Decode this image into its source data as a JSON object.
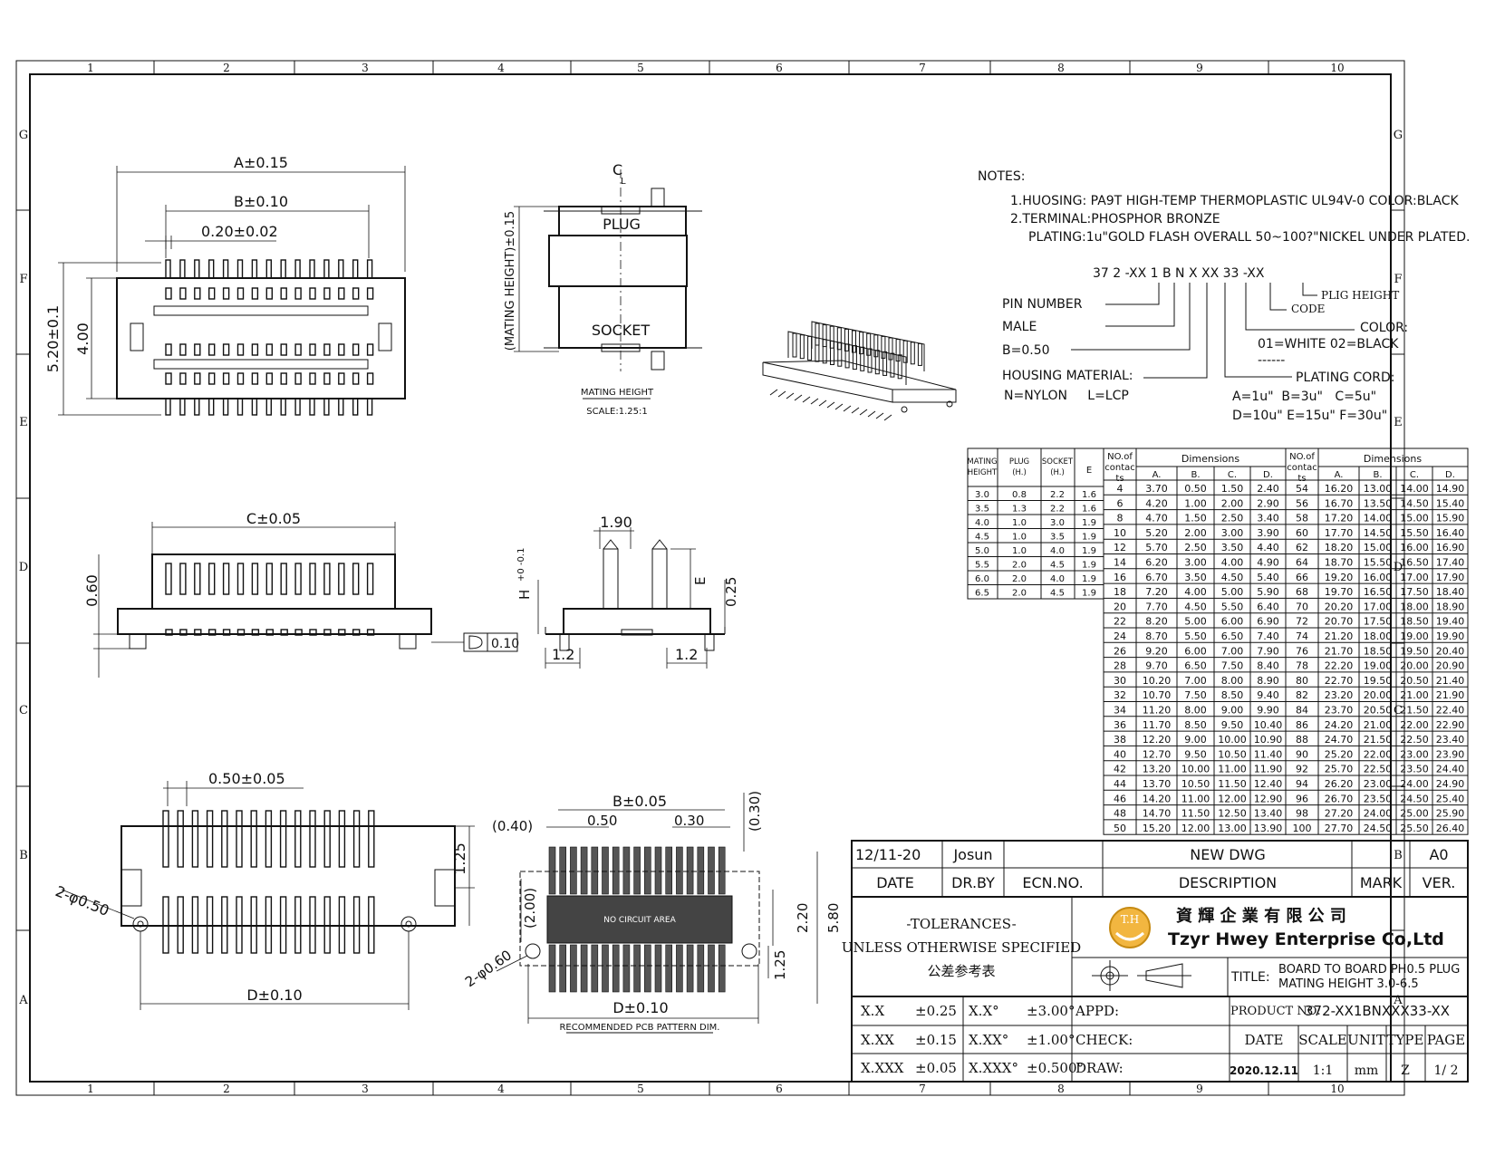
{
  "border": {
    "cols": [
      "1",
      "2",
      "3",
      "4",
      "5",
      "6",
      "7",
      "8",
      "9",
      "10"
    ],
    "rows": [
      "G",
      "F",
      "E",
      "D",
      "C",
      "B",
      "A"
    ]
  },
  "views": {
    "top_dims": {
      "a": "A±0.15",
      "b": "B±0.10",
      "pitch": "0.20±0.02",
      "h1": "5.20±0.1",
      "h2": "4.00"
    },
    "side_dims": {
      "c": "C±0.05",
      "h": "0.60",
      "flat": "0.10"
    },
    "bottom_dims": {
      "pitch": "0.50±0.05",
      "d": "D±0.10",
      "holes": "2-φ0.50",
      "h": "1.25"
    },
    "mating": {
      "cl": "C",
      "cl2": "L",
      "plug": "PLUG",
      "socket": "SOCKET",
      "height": "(MATING HEIGHT)±0.15",
      "title": "MATING HEIGHT",
      "scale": "SCALE:1.25:1"
    },
    "detail": {
      "w": "1.90",
      "h": "H",
      "tol": "+0 -0.1",
      "e": "E",
      "e2": "0.25",
      "l1": "1.2",
      "l2": "1.2"
    },
    "pcb": {
      "b": "B±0.05",
      "p1": "(0.40)",
      "p2": "0.50",
      "p3": "0.30",
      "p4": "(0.30)",
      "h1": "(2.00)",
      "h2": "2.20",
      "h3": "5.80",
      "h4": "1.25",
      "holes": "2-φ0.60",
      "d": "D±0.10",
      "no_circuit": "NO CIRCUIT AREA",
      "title": "RECOMMENDED PCB PATTERN DIM."
    }
  },
  "notes": {
    "heading": "NOTES:",
    "lines": [
      "1.HUOSING: PA9T HIGH-TEMP THERMOPLASTIC UL94V-0 COLOR:BLACK",
      "2.TERMINAL:PHOSPHOR BRONZE",
      "PLATING:1u\"GOLD FLASH OVERALL 50~100?\"NICKEL UNDER PLATED."
    ]
  },
  "part_code": {
    "code": "37 2 -XX 1 B N X XX 33 -XX",
    "plig_height": "PLIG HEIGHT",
    "code_label": "CODE",
    "color": "COLOR:",
    "color_opts": "01=WHITE 02=BLACK",
    "dashes": "------",
    "pin_number": "PIN NUMBER",
    "male": "MALE",
    "b": "B=0.50",
    "housing": "HOUSING MATERIAL:",
    "housing_opts": "N=NYLON     L=LCP",
    "plating": "PLATING CORD:",
    "plating_1": "A=1u\"  B=3u\"   C=5u\"",
    "plating_2": "D=10u\" E=15u\" F=30u\""
  },
  "mating_table": {
    "headers": [
      "MATING HEIGHT",
      "PLUG (H.)",
      "SOCKET (H.)",
      "E"
    ],
    "rows": [
      [
        "3.0",
        "0.8",
        "2.2",
        "1.6"
      ],
      [
        "3.5",
        "1.3",
        "2.2",
        "1.6"
      ],
      [
        "4.0",
        "1.0",
        "3.0",
        "1.9"
      ],
      [
        "4.5",
        "1.0",
        "3.5",
        "1.9"
      ],
      [
        "5.0",
        "1.0",
        "4.0",
        "1.9"
      ],
      [
        "5.5",
        "2.0",
        "4.5",
        "1.9"
      ],
      [
        "6.0",
        "2.0",
        "4.0",
        "1.9"
      ],
      [
        "6.5",
        "2.0",
        "4.5",
        "1.9"
      ]
    ]
  },
  "dims_table": {
    "no_label": "NO.of contac ts",
    "dims_label": "Dimensions",
    "cols": [
      "A.",
      "B.",
      "C.",
      "D."
    ],
    "left": [
      [
        "4",
        "3.70",
        "0.50",
        "1.50",
        "2.40"
      ],
      [
        "6",
        "4.20",
        "1.00",
        "2.00",
        "2.90"
      ],
      [
        "8",
        "4.70",
        "1.50",
        "2.50",
        "3.40"
      ],
      [
        "10",
        "5.20",
        "2.00",
        "3.00",
        "3.90"
      ],
      [
        "12",
        "5.70",
        "2.50",
        "3.50",
        "4.40"
      ],
      [
        "14",
        "6.20",
        "3.00",
        "4.00",
        "4.90"
      ],
      [
        "16",
        "6.70",
        "3.50",
        "4.50",
        "5.40"
      ],
      [
        "18",
        "7.20",
        "4.00",
        "5.00",
        "5.90"
      ],
      [
        "20",
        "7.70",
        "4.50",
        "5.50",
        "6.40"
      ],
      [
        "22",
        "8.20",
        "5.00",
        "6.00",
        "6.90"
      ],
      [
        "24",
        "8.70",
        "5.50",
        "6.50",
        "7.40"
      ],
      [
        "26",
        "9.20",
        "6.00",
        "7.00",
        "7.90"
      ],
      [
        "28",
        "9.70",
        "6.50",
        "7.50",
        "8.40"
      ],
      [
        "30",
        "10.20",
        "7.00",
        "8.00",
        "8.90"
      ],
      [
        "32",
        "10.70",
        "7.50",
        "8.50",
        "9.40"
      ],
      [
        "34",
        "11.20",
        "8.00",
        "9.00",
        "9.90"
      ],
      [
        "36",
        "11.70",
        "8.50",
        "9.50",
        "10.40"
      ],
      [
        "38",
        "12.20",
        "9.00",
        "10.00",
        "10.90"
      ],
      [
        "40",
        "12.70",
        "9.50",
        "10.50",
        "11.40"
      ],
      [
        "42",
        "13.20",
        "10.00",
        "11.00",
        "11.90"
      ],
      [
        "44",
        "13.70",
        "10.50",
        "11.50",
        "12.40"
      ],
      [
        "46",
        "14.20",
        "11.00",
        "12.00",
        "12.90"
      ],
      [
        "48",
        "14.70",
        "11.50",
        "12.50",
        "13.40"
      ],
      [
        "50",
        "15.20",
        "12.00",
        "13.00",
        "13.90"
      ]
    ],
    "right": [
      [
        "54",
        "16.20",
        "13.00",
        "14.00",
        "14.90"
      ],
      [
        "56",
        "16.70",
        "13.50",
        "14.50",
        "15.40"
      ],
      [
        "58",
        "17.20",
        "14.00",
        "15.00",
        "15.90"
      ],
      [
        "60",
        "17.70",
        "14.50",
        "15.50",
        "16.40"
      ],
      [
        "62",
        "18.20",
        "15.00",
        "16.00",
        "16.90"
      ],
      [
        "64",
        "18.70",
        "15.50",
        "16.50",
        "17.40"
      ],
      [
        "66",
        "19.20",
        "16.00",
        "17.00",
        "17.90"
      ],
      [
        "68",
        "19.70",
        "16.50",
        "17.50",
        "18.40"
      ],
      [
        "70",
        "20.20",
        "17.00",
        "18.00",
        "18.90"
      ],
      [
        "72",
        "20.70",
        "17.50",
        "18.50",
        "19.40"
      ],
      [
        "74",
        "21.20",
        "18.00",
        "19.00",
        "19.90"
      ],
      [
        "76",
        "21.70",
        "18.50",
        "19.50",
        "20.40"
      ],
      [
        "78",
        "22.20",
        "19.00",
        "20.00",
        "20.90"
      ],
      [
        "80",
        "22.70",
        "19.50",
        "20.50",
        "21.40"
      ],
      [
        "82",
        "23.20",
        "20.00",
        "21.00",
        "21.90"
      ],
      [
        "84",
        "23.70",
        "20.50",
        "21.50",
        "22.40"
      ],
      [
        "86",
        "24.20",
        "21.00",
        "22.00",
        "22.90"
      ],
      [
        "88",
        "24.70",
        "21.50",
        "22.50",
        "23.40"
      ],
      [
        "90",
        "25.20",
        "22.00",
        "23.00",
        "23.90"
      ],
      [
        "92",
        "25.70",
        "22.50",
        "23.50",
        "24.40"
      ],
      [
        "94",
        "26.20",
        "23.00",
        "24.00",
        "24.90"
      ],
      [
        "96",
        "26.70",
        "23.50",
        "24.50",
        "25.40"
      ],
      [
        "98",
        "27.20",
        "24.00",
        "25.00",
        "25.90"
      ],
      [
        "100",
        "27.70",
        "24.50",
        "25.50",
        "26.40"
      ]
    ]
  },
  "title_block": {
    "rev": {
      "date": "12/11-20",
      "by": "Josun",
      "ecn": "",
      "desc": "NEW DWG",
      "mark": "",
      "ver": "A0"
    },
    "rev_headers": {
      "date": "DATE",
      "by": "DR.BY",
      "ecn": "ECN.NO.",
      "desc": "DESCRIPTION",
      "mark": "MARK",
      "ver": "VER."
    },
    "tol_title": "-TOLERANCES-",
    "tol_sub": "UNLESS OTHERWISE SPECIFIED",
    "tol_cn": "公差参考表",
    "company_cn": "資 輝 企 業 有 限 公 司",
    "company_en": "Tzyr Hwey Enterprise Co,Ltd",
    "logo": "T.H",
    "title_label": "TITLE:",
    "title_1": "BOARD TO BOARD PH0.5 PLUG",
    "title_2": "MATING HEIGHT 3.0-6.5",
    "tol_rows": [
      [
        "X.X",
        "±0.25",
        "X.X°",
        "±3.00°"
      ],
      [
        "X.XX",
        "±0.15",
        "X.XX°",
        "±1.00°"
      ],
      [
        "X.XXX",
        "±0.05",
        "X.XXX°",
        "±0.500°"
      ]
    ],
    "appd": "APPD:",
    "check": "CHECK:",
    "draw": "DRAW:",
    "product_label": "PRODUCT NO:",
    "product_no": "372-XX1BNXXX33-XX",
    "meta_headers": [
      "DATE",
      "SCALE",
      "UNIT",
      "TYPE",
      "PAGE"
    ],
    "meta_values": [
      "2020.12.11",
      "1:1",
      "mm",
      "Z",
      "1/ 2"
    ]
  }
}
